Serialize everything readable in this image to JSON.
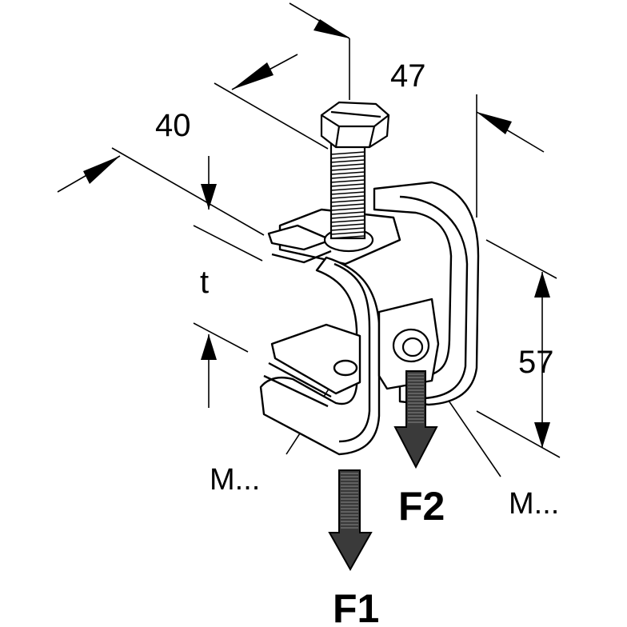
{
  "dimensions": {
    "width": "47",
    "depth": "40",
    "height": "57",
    "thickness": "t"
  },
  "threads": {
    "left": "M...",
    "right": "M..."
  },
  "forces": {
    "f1": "F1",
    "f2": "F2"
  },
  "colors": {
    "ink": "#000000",
    "paper": "#ffffff",
    "arrow_fill": "#3a3a3a"
  }
}
